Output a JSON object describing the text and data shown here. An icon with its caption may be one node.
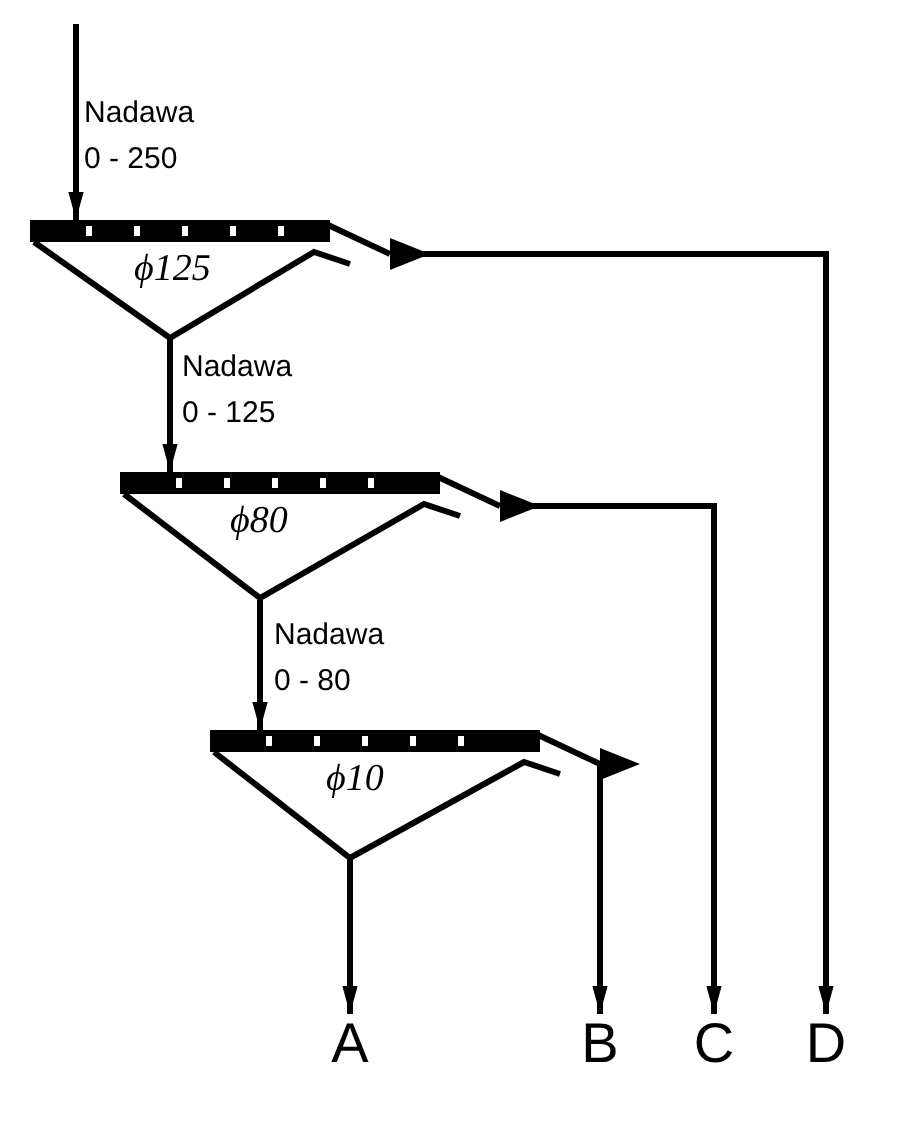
{
  "diagram": {
    "nodes": [
      {
        "text": [
          "ϕ125"
        ]
      },
      {
        "text": [
          "ϕ80"
        ]
      },
      {
        "text": [
          "ϕ10"
        ]
      },
      {
        "text": [
          "A"
        ]
      },
      {
        "text": [
          "B"
        ]
      },
      {
        "text": [
          "C"
        ]
      },
      {
        "text": [
          "D"
        ]
      }
    ],
    "edges": [
      {
        "from": null,
        "to": 0,
        "arrow": "to",
        "label": "Nadawa 0 - 250"
      },
      {
        "from": 0,
        "to": 1,
        "arrow": "to",
        "label": "Nadawa 0 - 125"
      },
      {
        "from": 0,
        "to": 6,
        "arrow": "to"
      },
      {
        "from": 1,
        "to": 2,
        "arrow": "to",
        "label": "Nadawa 0 - 80"
      },
      {
        "from": 1,
        "to": 5,
        "arrow": "to"
      },
      {
        "from": 2,
        "to": 4,
        "arrow": "to"
      },
      {
        "from": 2,
        "to": 3,
        "arrow": "to"
      }
    ]
  }
}
